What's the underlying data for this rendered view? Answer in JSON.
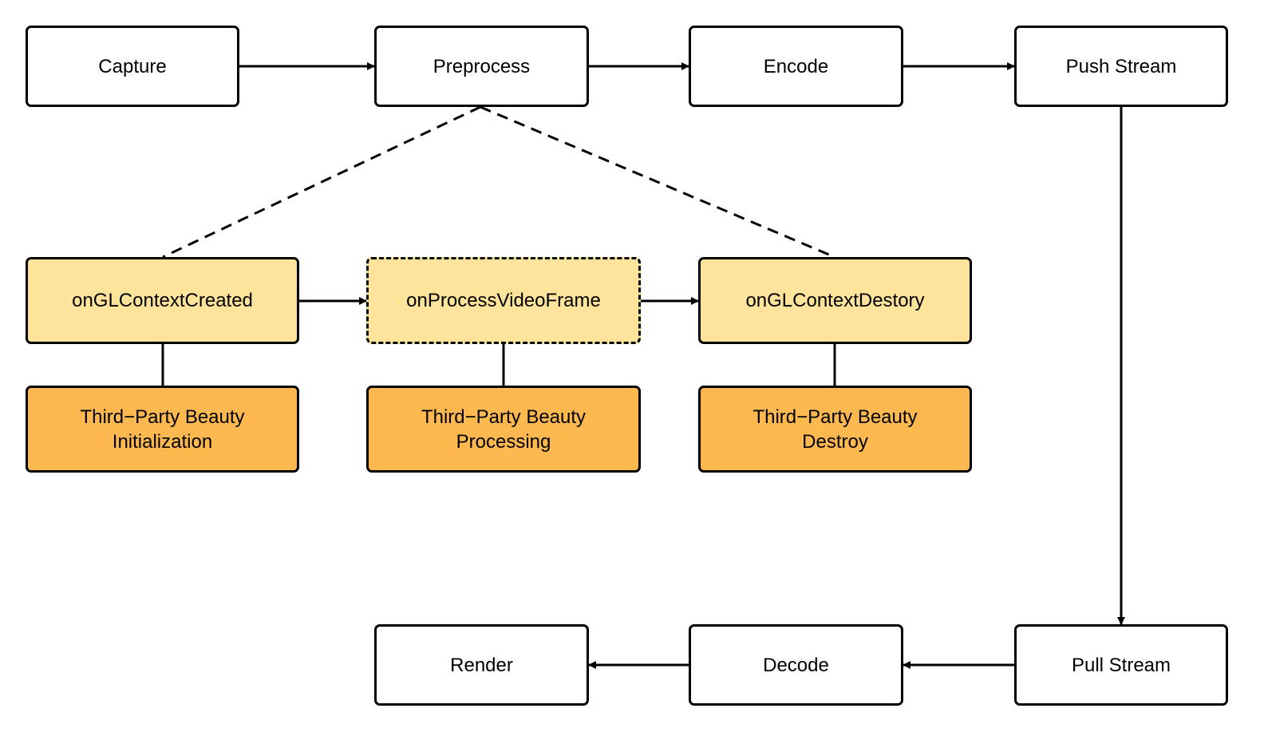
{
  "colors": {
    "stroke": "#000000",
    "stage_fill": "#ffffff",
    "callback_fill": "#fee49b",
    "beauty_fill": "#fdb84f"
  },
  "pipeline": {
    "capture": "Capture",
    "preprocess": "Preprocess",
    "encode": "Encode",
    "push_stream": "Push Stream",
    "pull_stream": "Pull Stream",
    "decode": "Decode",
    "render": "Render"
  },
  "callbacks": {
    "created": "onGLContextCreated",
    "process": "onProcessVideoFrame",
    "destroy": "onGLContextDestory"
  },
  "beauty": {
    "init": "Third−Party Beauty\nInitialization",
    "processing": "Third−Party Beauty\nProcessing",
    "destroy": "Third−Party Beauty\nDestroy"
  }
}
